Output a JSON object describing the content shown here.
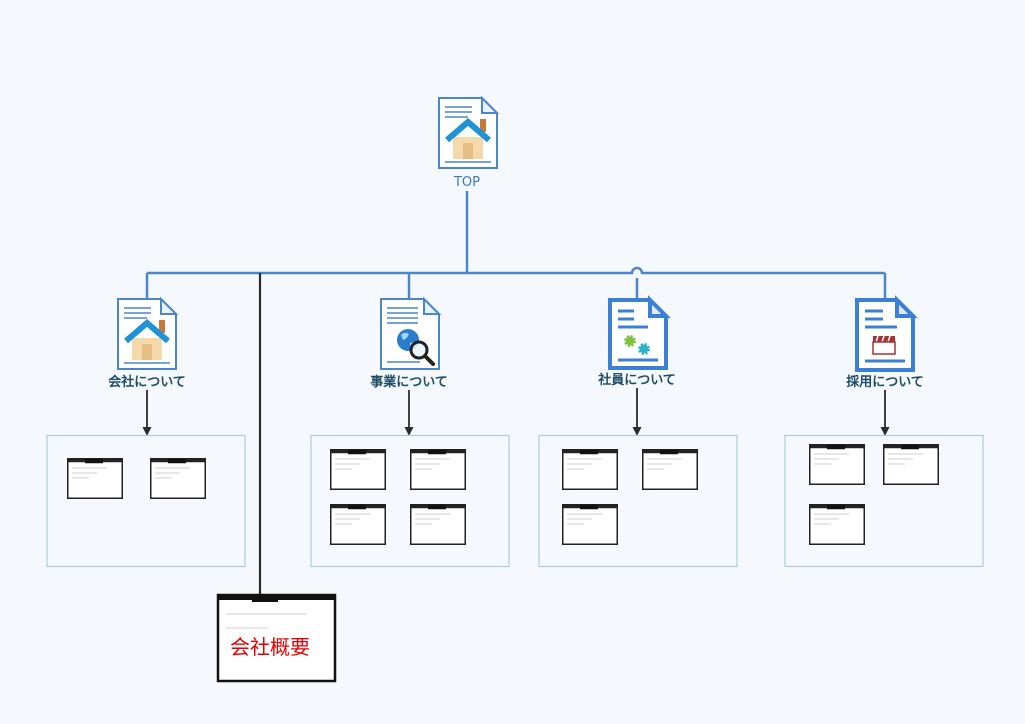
{
  "root": {
    "label": "TOP",
    "icon": "home-page-icon"
  },
  "sections": [
    {
      "label": "会社について",
      "icon": "home-page-icon"
    },
    {
      "label": "事業について",
      "icon": "globe-search-page-icon"
    },
    {
      "label": "社員について",
      "icon": "gear-page-icon"
    },
    {
      "label": "採用について",
      "icon": "clapboard-page-icon"
    }
  ],
  "subpage_icon": "browser-page-icon",
  "highlight_page": {
    "label": "会社概要",
    "icon": "browser-page-icon"
  },
  "colors": {
    "background": "#f5f9fd",
    "connector": "#4a86c8",
    "arrow": "#2b2b2b",
    "container_border": "#a9cbe0",
    "section_label": "#1f4e66",
    "root_label": "#3a78b8",
    "highlight_text": "#e60000",
    "document_blue": "#3c7fd6"
  }
}
